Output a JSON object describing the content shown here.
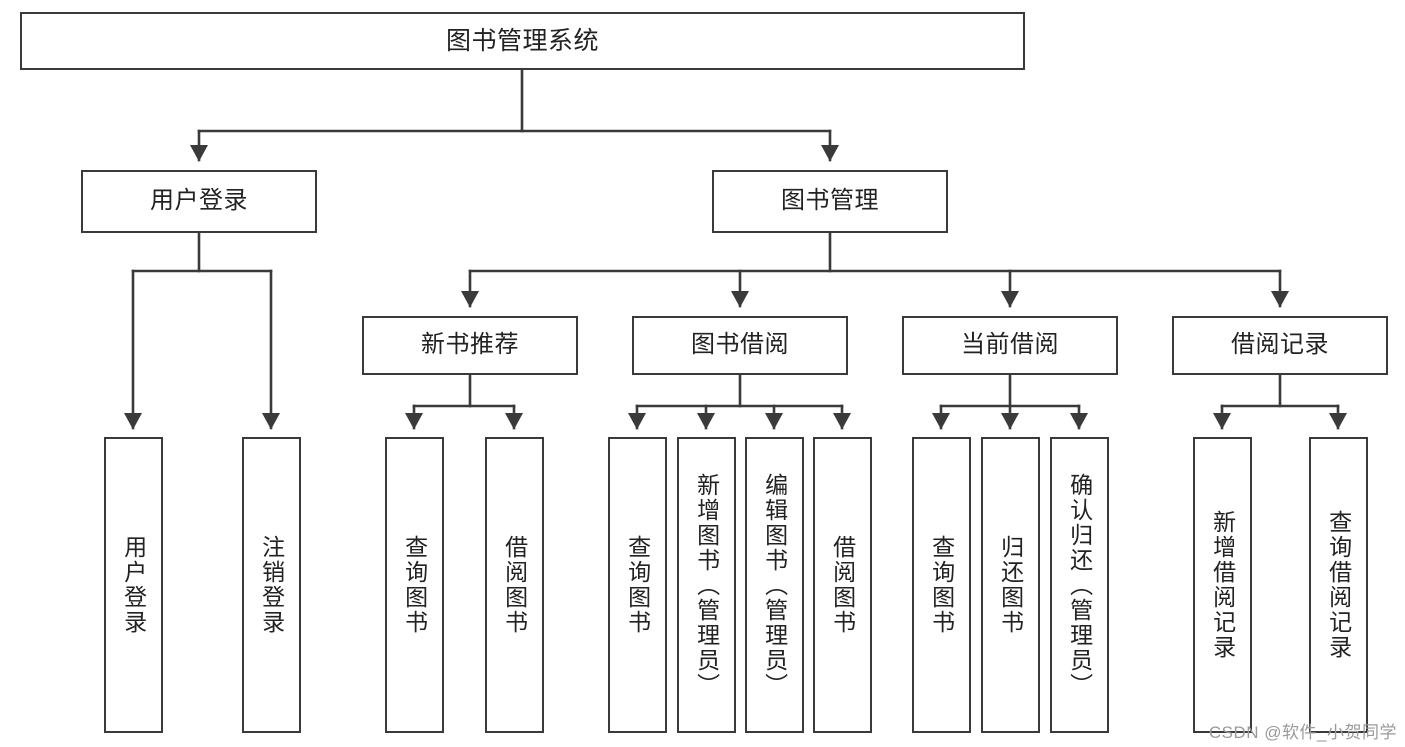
{
  "diagram": {
    "title": "图书管理系统",
    "type": "tree-hierarchy",
    "watermark": "CSDN @软件_小贺同学",
    "colors": {
      "stroke": "#3a3a3a",
      "fill": "#ffffff",
      "text": "#222222",
      "watermark": "#9a9a9a"
    },
    "root": {
      "id": "root",
      "label": "图书管理系统"
    },
    "level1": [
      {
        "id": "user-login",
        "label": "用户登录"
      },
      {
        "id": "book-manage",
        "label": "图书管理"
      }
    ],
    "level2": [
      {
        "id": "new-book-rec",
        "label": "新书推荐",
        "parent": "book-manage"
      },
      {
        "id": "book-borrow",
        "label": "图书借阅",
        "parent": "book-manage"
      },
      {
        "id": "current-borrow",
        "label": "当前借阅",
        "parent": "book-manage"
      },
      {
        "id": "borrow-record",
        "label": "借阅记录",
        "parent": "book-manage"
      }
    ],
    "leaves": [
      {
        "id": "leaf-user-login",
        "label": "用户登录",
        "parent": "user-login"
      },
      {
        "id": "leaf-user-logout",
        "label": "注销登录",
        "parent": "user-login"
      },
      {
        "id": "leaf-query-book-1",
        "label": "查询图书",
        "parent": "new-book-rec"
      },
      {
        "id": "leaf-borrow-book-1",
        "label": "借阅图书",
        "parent": "new-book-rec"
      },
      {
        "id": "leaf-query-book-2",
        "label": "查询图书",
        "parent": "book-borrow"
      },
      {
        "id": "leaf-add-book",
        "label": "新增图书（管理员）",
        "parent": "book-borrow"
      },
      {
        "id": "leaf-edit-book",
        "label": "编辑图书（管理员）",
        "parent": "book-borrow"
      },
      {
        "id": "leaf-borrow-book-2",
        "label": "借阅图书",
        "parent": "book-borrow"
      },
      {
        "id": "leaf-query-book-3",
        "label": "查询图书",
        "parent": "current-borrow"
      },
      {
        "id": "leaf-return-book",
        "label": "归还图书",
        "parent": "current-borrow"
      },
      {
        "id": "leaf-confirm-return",
        "label": "确认归还（管理员）",
        "parent": "current-borrow"
      },
      {
        "id": "leaf-add-record",
        "label": "新增借阅记录",
        "parent": "borrow-record"
      },
      {
        "id": "leaf-query-record",
        "label": "查询借阅记录",
        "parent": "borrow-record"
      }
    ]
  }
}
